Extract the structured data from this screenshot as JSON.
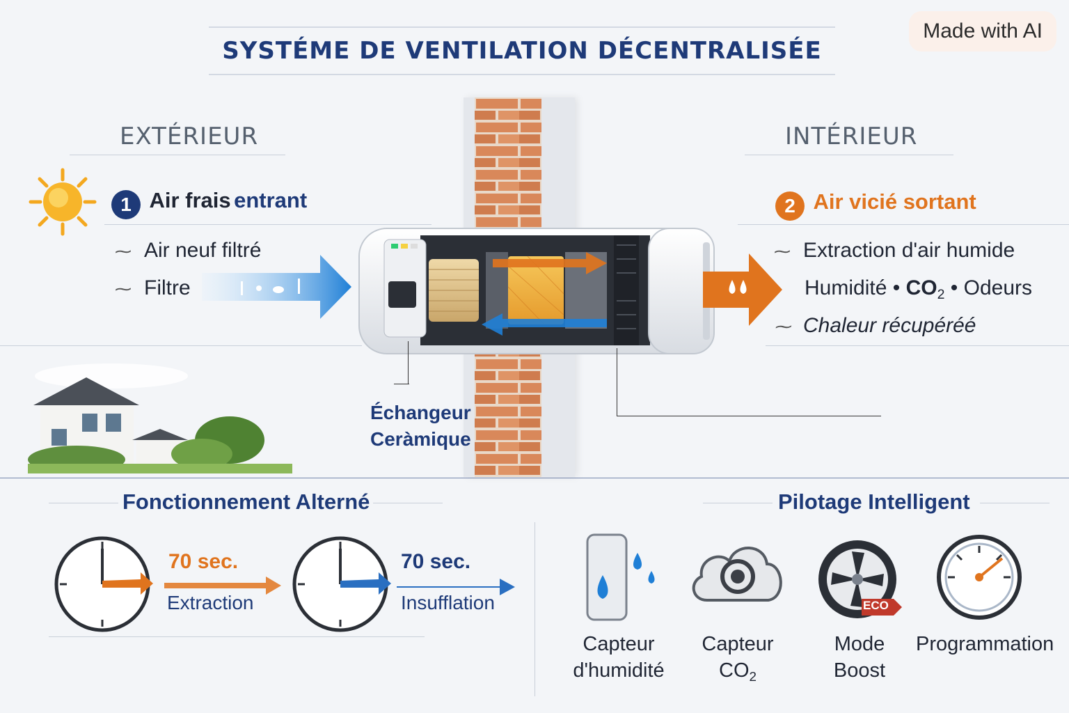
{
  "title": "SYSTÉME DE VENTILATION DÉCENTRALISÉE",
  "badge": "Made with AI",
  "exterior": {
    "label": "EXTÉRIEUR",
    "step_number": "1",
    "heading_a": "Air frais",
    "heading_b": "entrant",
    "items": [
      "Air neuf filtré",
      "Filtre"
    ]
  },
  "interior": {
    "label": "INTÉRIEUR",
    "step_number": "2",
    "heading": "Air vicié sortant",
    "items": [
      "Extraction d'air humide"
    ],
    "pollutants": {
      "humidity": "Humidité",
      "dot": "•",
      "co": "CO",
      "co_sub": "2",
      "odors": "Odeurs"
    },
    "heat": "Chaleur récupéréé"
  },
  "exchanger": {
    "line1": "Échangeur",
    "line2": "Ceràmique"
  },
  "alternating": {
    "heading": "Fonctionnement Alterné",
    "extraction": {
      "time": "70 sec.",
      "label": "Extraction"
    },
    "insufflation": {
      "time": "70 sec.",
      "label": "Insufflation"
    }
  },
  "smart": {
    "heading": "Pilotage Intelligent",
    "humidity_sensor": {
      "line1": "Capteur",
      "line2": "d'humidité"
    },
    "co2_sensor": {
      "line1": "Capteur",
      "line2": "CO",
      "line2_sub": "2"
    },
    "boost": {
      "line1": "Mode",
      "line2": "Boost",
      "badge": "ECO"
    },
    "programming": {
      "label": "Programmation"
    }
  },
  "colors": {
    "navy": "#1e3a78",
    "orange": "#e0741e",
    "blue": "#1f7fd6",
    "brick": "#d98a58"
  }
}
